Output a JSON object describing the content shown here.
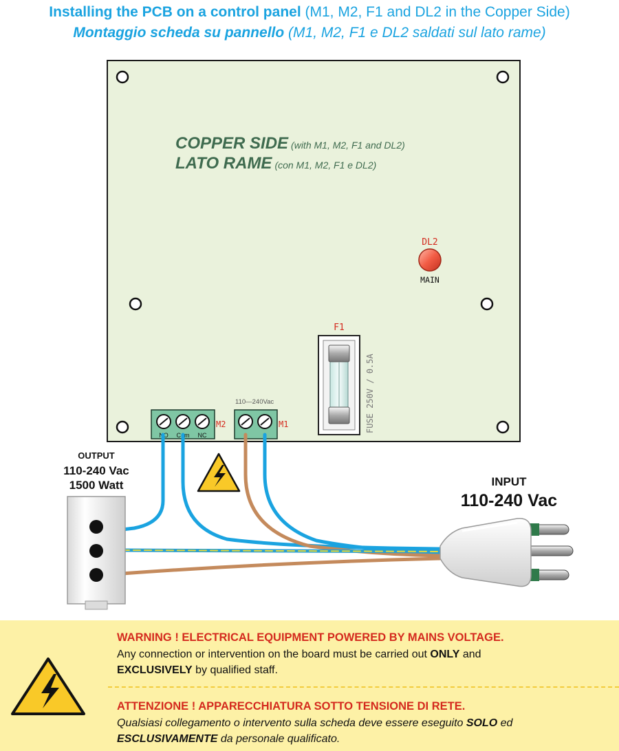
{
  "header": {
    "line1_bold": "Installing the PCB on a control panel",
    "line1_rest": " (M1, M2, F1 and DL2 in the Copper Side)",
    "line2_bold": "Montaggio scheda su pannello",
    "line2_rest": " (M1, M2, F1 e DL2 saldati sul lato rame)"
  },
  "pcb": {
    "side_en": "COPPER SIDE",
    "side_en_note": "(with M1, M2, F1 and DL2)",
    "side_it": "LATO RAME",
    "side_it_note": "(con M1, M2, F1 e DL2)",
    "led_label": "DL2",
    "led_sub": "MAIN",
    "fuse_label": "F1",
    "fuse_text": "FUSE 250V / 0.5A",
    "m2_label": "M2",
    "m2_pins": [
      "NO",
      "Com",
      "NC"
    ],
    "m1_label": "M1",
    "m1_voltage": "110—240Vac"
  },
  "output": {
    "label": "OUTPUT",
    "voltage": "110-240 Vac",
    "power": "1500 Watt"
  },
  "input": {
    "label": "INPUT",
    "voltage": "110-240 Vac"
  },
  "warning": {
    "en_title": "WARNING ! ELECTRICAL EQUIPMENT POWERED BY MAINS VOLTAGE.",
    "en_text1": "Any connection or intervention on the board must be carried out ",
    "en_only": "ONLY",
    "en_and": " and",
    "en_excl": "EXCLUSIVELY",
    "en_text2": " by qualified staff.",
    "it_title": "ATTENZIONE ! APPARECCHIATURA SOTTO TENSIONE DI RETE.",
    "it_text1": "Qualsiasi collegamento o intervento sulla scheda deve essere eseguito  ",
    "it_solo": "SOLO",
    "it_ed": " ed",
    "it_excl": "ESCLUSIVAMENTE",
    "it_text2": " da personale qualificato."
  },
  "colors": {
    "title_blue": "#1aa3e0",
    "pcb_fill": "#eaf2dc",
    "pcb_text": "#3f6b4f",
    "terminal_green": "#7fc6a4",
    "wire_blue": "#1aa3e0",
    "wire_brown": "#c48a5c",
    "warning_red": "#d42a1e",
    "warning_bg": "#fdf1a6"
  }
}
